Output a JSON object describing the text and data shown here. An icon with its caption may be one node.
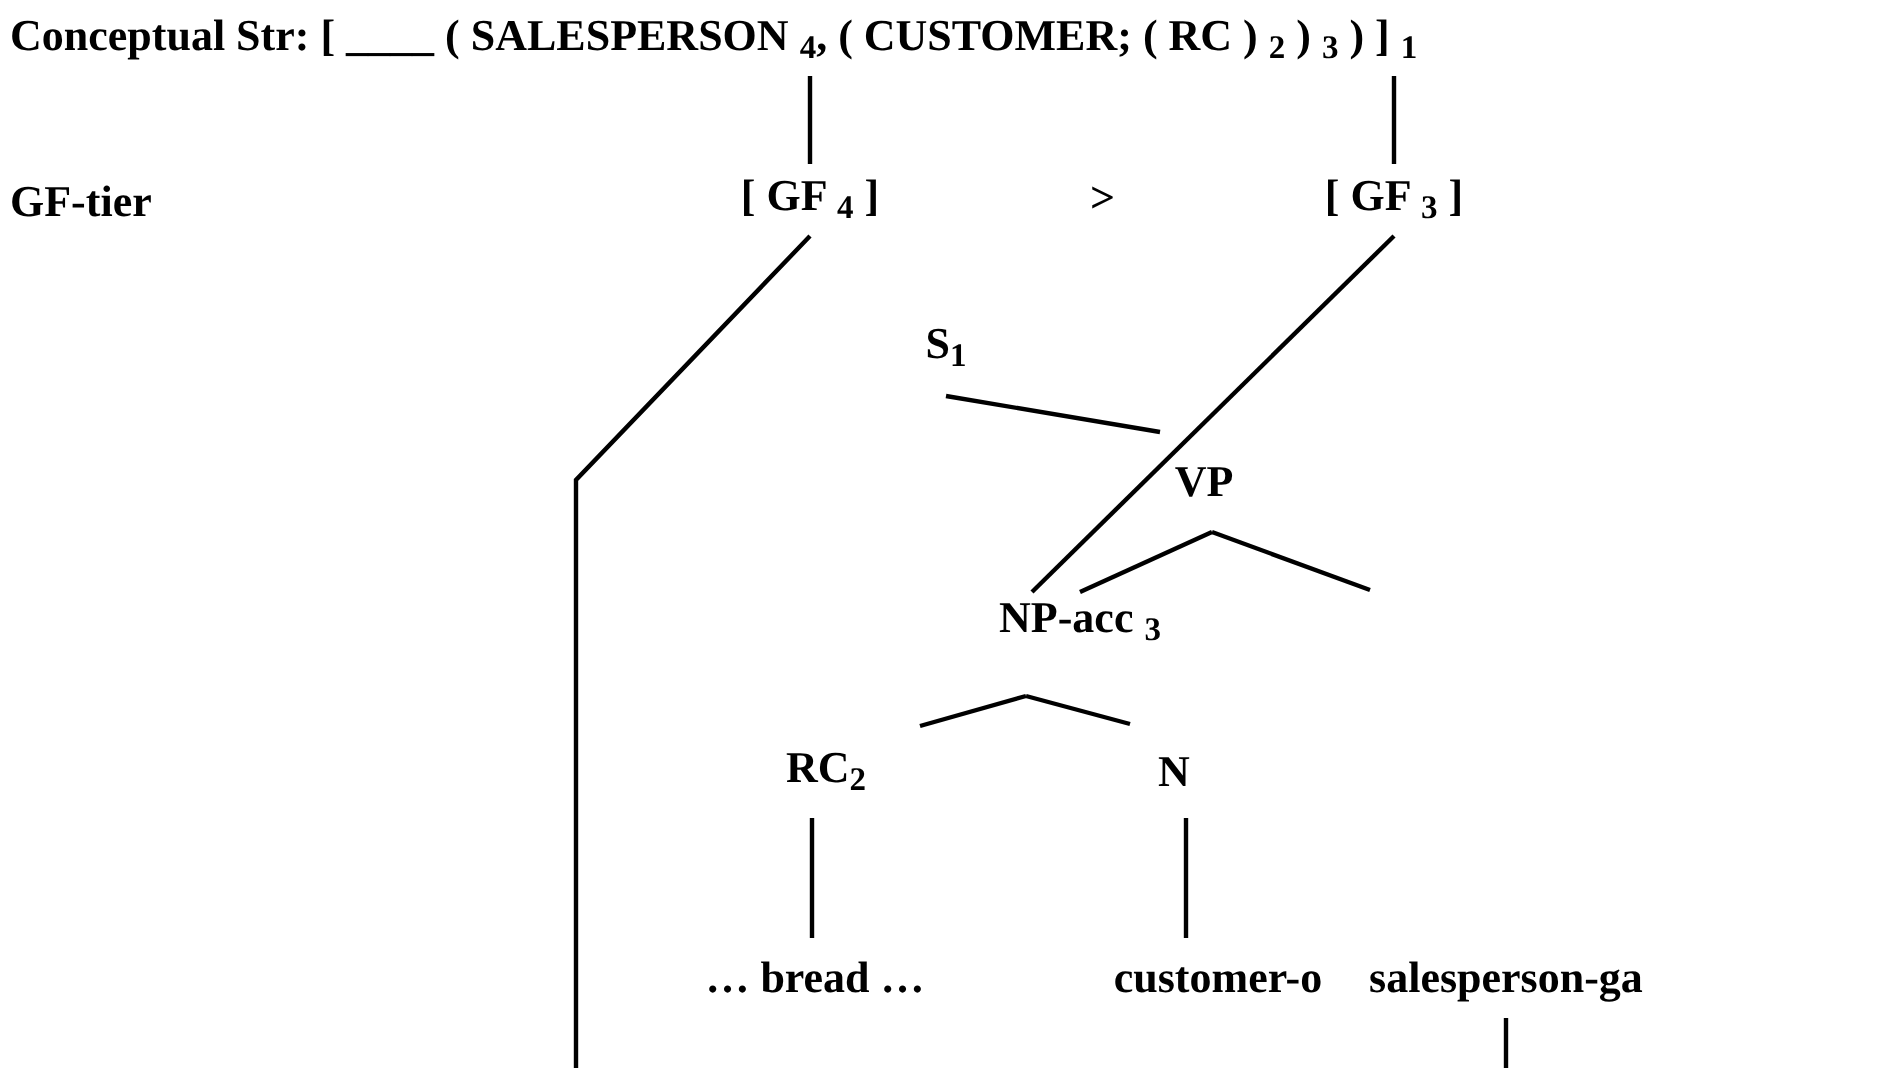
{
  "diagram": {
    "nodes": [
      {
        "text": [
          "Conceptual Str: [ ____ ( SALESPERSON $_{4}$, ( CUSTOMER; ( RC ) $_{2}$ ) $_{3}$ ) ] $_{1}$"
        ]
      },
      {
        "text": [
          "[ GF $_{4}$ ]"
        ]
      },
      {
        "text": [
          "[ GF $_{3}$ ]"
        ]
      },
      {
        "text": [
          "S$_{1}$"
        ]
      },
      {
        "text": [
          "VP"
        ]
      },
      {
        "text": [
          "NP-acc $_{3}$"
        ]
      },
      {
        "text": [
          "RC$_{2}$"
        ]
      },
      {
        "text": [
          "N"
        ]
      },
      {
        "text": [
          "… bread …"
        ]
      },
      {
        "text": [
          "customer-o"
        ]
      },
      {
        "text": [
          "salesperson-ga"
        ]
      }
    ],
    "edges": [
      {
        "from": 0,
        "to": 1,
        "arrow": "none"
      },
      {
        "from": 0,
        "to": 2,
        "arrow": "none"
      },
      {
        "from": 1,
        "to": null,
        "arrow": "none"
      },
      {
        "from": 2,
        "to": 5,
        "arrow": "none"
      },
      {
        "from": 3,
        "to": 4,
        "arrow": "none"
      },
      {
        "from": 4,
        "to": 5,
        "arrow": "none"
      },
      {
        "from": 4,
        "to": null,
        "arrow": "none"
      },
      {
        "from": 5,
        "to": 6,
        "arrow": "none"
      },
      {
        "from": 5,
        "to": 7,
        "arrow": "none"
      },
      {
        "from": 6,
        "to": 8,
        "arrow": "none"
      },
      {
        "from": 7,
        "to": 9,
        "arrow": "none"
      },
      {
        "from": 10,
        "to": null,
        "arrow": "none"
      }
    ],
    "labels": [
      "GF-tier",
      ">"
    ]
  }
}
